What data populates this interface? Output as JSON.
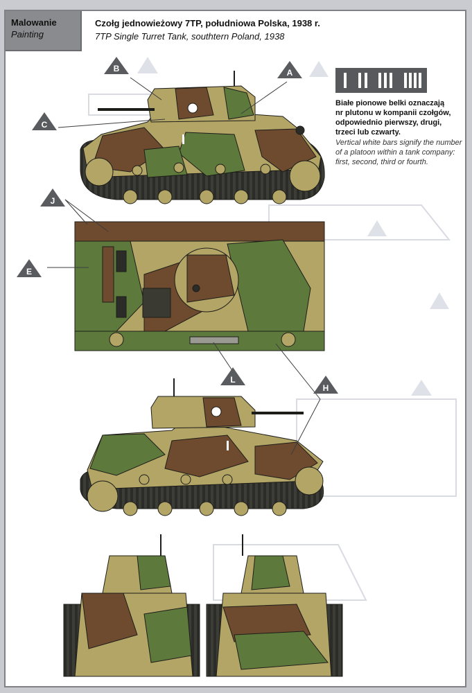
{
  "header": {
    "section_pl": "Malowanie",
    "section_en": "Painting"
  },
  "title": {
    "pl": "Czołg jednowieżowy 7TP, południowa Polska, 1938 r.",
    "en": "7TP Single Turret Tank, southtern Poland, 1938"
  },
  "platoon_note": {
    "pl_lines": [
      "Białe pionowe belki oznaczają",
      "nr plutonu w kompanii czołgów,",
      "odpowiednio pierwszy, drugi,",
      "trzeci lub czwarty."
    ],
    "en_lines": [
      "Vertical white bars signify the number",
      "of a platoon within a tank company:",
      "first, second, third or fourth."
    ],
    "bar_groups": [
      1,
      2,
      3,
      4
    ]
  },
  "callouts": [
    "A",
    "B",
    "C",
    "E",
    "J",
    "L",
    "H"
  ],
  "colors": {
    "page_bg": "#c9cbd1",
    "sheet_bg": "#ffffff",
    "header_box": "#8a8b8f",
    "callout_fill": "#5a5b5f",
    "camo_sand": "#b3a565",
    "camo_green": "#5d7a3c",
    "camo_brown": "#6e4a2e",
    "track": "#2b2b28"
  },
  "views": [
    "left-side-view",
    "top-view",
    "right-side-view",
    "front-view",
    "rear-view"
  ]
}
